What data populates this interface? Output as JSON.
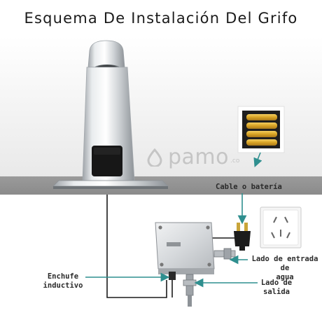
{
  "title": "Esquema De Instalación Del Grifo",
  "brand": {
    "name": "pamo",
    "suffix": ".co",
    "color": "#c5c5c5"
  },
  "labels": {
    "cable": "Cable o batería",
    "entrada_line1": "Lado de entrada de",
    "entrada_line2": "agua",
    "salida_line1": "Lado de",
    "salida_line2": "salida",
    "enchufe_line1": "Enchufe",
    "enchufe_line2": "inductivo"
  },
  "colors": {
    "arrow": "#2f8f8f",
    "cable": "#1a1a1a",
    "counter": "#8f8f8f",
    "sensor": "#1a1a1a",
    "battery": "#d9a425"
  },
  "icons": [
    "water-drop-icon",
    "battery-pack-icon",
    "power-plug-icon",
    "wall-socket-icon",
    "control-box-icon",
    "faucet-icon"
  ]
}
